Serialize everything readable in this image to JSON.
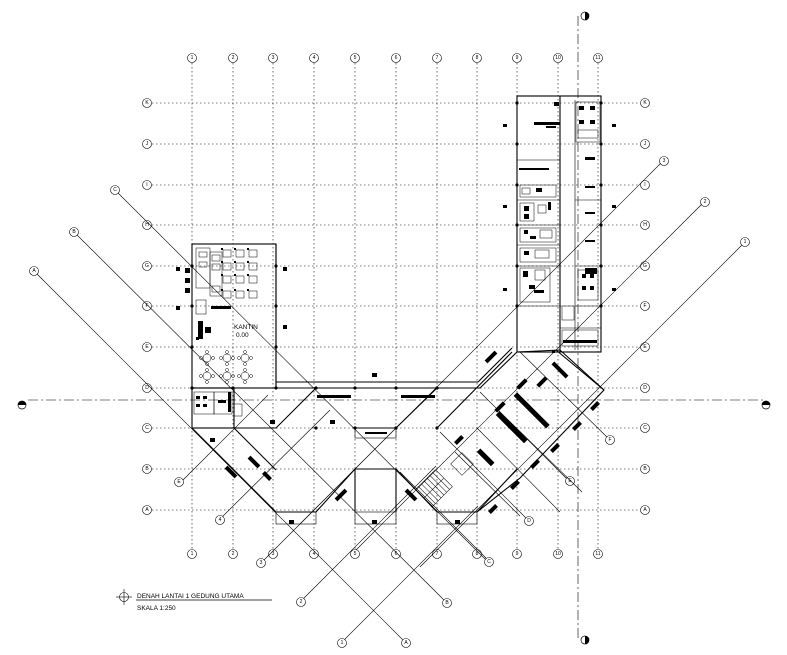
{
  "title_block": {
    "title": "DENAH LANTAI 1 GEDUNG UTAMA",
    "scale": "SKALA 1:250"
  },
  "room_labels": [
    {
      "name": "KANTIN",
      "level": "0.00"
    }
  ],
  "grid": {
    "vertical_labels": [
      "1",
      "2",
      "3",
      "4",
      "5",
      "6",
      "7",
      "8",
      "9",
      "10",
      "11"
    ],
    "horizontal_labels": [
      "K",
      "J",
      "I",
      "H",
      "G",
      "F",
      "E",
      "D",
      "C",
      "B",
      "A"
    ]
  },
  "diagonal_axes_left": {
    "labels_top": [
      "C",
      "B",
      "A"
    ],
    "labels_bottom": [
      "E",
      "4",
      "3",
      "2",
      "1"
    ]
  },
  "diagonal_axes_right": {
    "labels_top": [
      "3",
      "2",
      "1"
    ],
    "labels_bottom": [
      "F",
      "E",
      "D",
      "C",
      "B",
      "A"
    ]
  },
  "colors": {
    "line": "#000000",
    "background": "#ffffff"
  }
}
